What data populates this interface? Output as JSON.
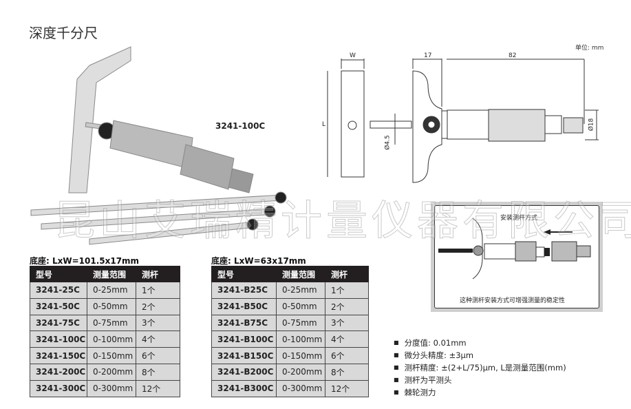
{
  "title": "深度千分尺",
  "product_model": "3241-100C",
  "unit_label": "单位: mm",
  "drawing": {
    "w": "W",
    "l": "L",
    "dim17": "17",
    "dim82": "82",
    "dia45": "Ø4.5",
    "dia18": "Ø18"
  },
  "watermark": "昆山艾瑞精计量仪器有限公司",
  "install": {
    "title": "安装测杆方式",
    "caption": "这种测杆安装方式可增强测量的稳定性"
  },
  "table_left": {
    "base": "底座: LxW=101.5x17mm",
    "headers": [
      "型号",
      "测量范围",
      "测杆"
    ],
    "rows": [
      [
        "3241-25C",
        "0-25mm",
        "1个"
      ],
      [
        "3241-50C",
        "0-50mm",
        "2个"
      ],
      [
        "3241-75C",
        "0-75mm",
        "3个"
      ],
      [
        "3241-100C",
        "0-100mm",
        "4个"
      ],
      [
        "3241-150C",
        "0-150mm",
        "6个"
      ],
      [
        "3241-200C",
        "0-200mm",
        "8个"
      ],
      [
        "3241-300C",
        "0-300mm",
        "12个"
      ]
    ]
  },
  "table_right": {
    "base": "底座: LxW=63x17mm",
    "headers": [
      "型号",
      "测量范围",
      "测杆"
    ],
    "rows": [
      [
        "3241-B25C",
        "0-25mm",
        "1个"
      ],
      [
        "3241-B50C",
        "0-50mm",
        "2个"
      ],
      [
        "3241-B75C",
        "0-75mm",
        "3个"
      ],
      [
        "3241-B100C",
        "0-100mm",
        "4个"
      ],
      [
        "3241-B150C",
        "0-150mm",
        "6个"
      ],
      [
        "3241-B200C",
        "0-200mm",
        "8个"
      ],
      [
        "3241-B300C",
        "0-300mm",
        "12个"
      ]
    ]
  },
  "specs": [
    "分度值: 0.01mm",
    "微分头精度: ±3μm",
    "测杆精度: ±(2+L/75)μm, L是测量范围(mm)",
    "测杆为平测头",
    "棘轮测力"
  ]
}
